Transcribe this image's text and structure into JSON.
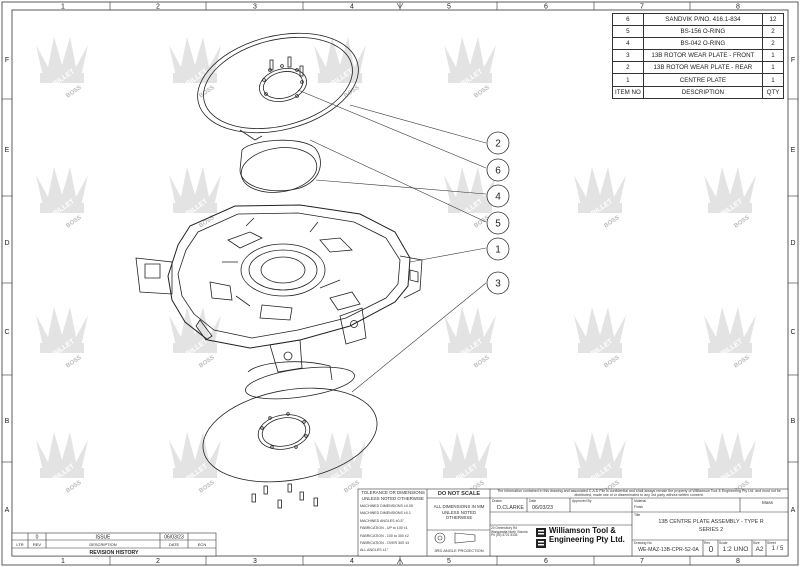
{
  "border": {
    "columns": [
      "1",
      "2",
      "3",
      "4",
      "5",
      "6",
      "7",
      "8"
    ],
    "rows": [
      "F",
      "E",
      "D",
      "C",
      "B",
      "A"
    ]
  },
  "watermark": {
    "top": "BILLET",
    "bottom": "BOSS"
  },
  "bom": {
    "header": {
      "item": "ITEM NO",
      "description": "DESCRIPTION",
      "qty": "QTY"
    },
    "rows": [
      {
        "item": "6",
        "description": "SANDVIK P/NO. 416.1-834",
        "qty": "12"
      },
      {
        "item": "5",
        "description": "BS-156 O-RING",
        "qty": "2"
      },
      {
        "item": "4",
        "description": "BS-042 O-RING",
        "qty": "2"
      },
      {
        "item": "3",
        "description": "13B ROTOR WEAR PLATE - FRONT",
        "qty": "1"
      },
      {
        "item": "2",
        "description": "13B ROTOR WEAR PLATE - REAR",
        "qty": "1"
      },
      {
        "item": "1",
        "description": "CENTRE PLATE",
        "qty": "1"
      }
    ]
  },
  "balloons": [
    "2",
    "6",
    "4",
    "5",
    "1",
    "3"
  ],
  "title_block": {
    "tolerance_title": "TOLERANCE OR DIMENSIONS UNLESS NOTED OTHERWISE",
    "tolerance_lines": [
      "MACHINED DIMENSIONS  ±0.05",
      "MACHINED DIMENSIONS  ±0.1",
      "MACHINED ANGLES  ±0.5°",
      "FABRICATION - UP to 100  ±1",
      "FABRICATION - 100 to 300  ±2",
      "FABRICATION - OVER 300  ±3",
      "ALL ANGLES  ±1°"
    ],
    "do_not_scale": "DO NOT SCALE",
    "dims_note": "ALL DIMENSIONS IN MM UNLESS NOTED OTHERWISE",
    "projection": "3RD ANGLE PROJECTION",
    "confidential": "The information contained in this drawing and associated C.A.D File is confidential and shall always remain the property of Williamson Tool & Engineering Pty Ltd, and must not be distributed, made use of or disseminated to any 3rd party without written consent.",
    "drawn_label": "Drawn",
    "drawn_by": "D.CLARKE",
    "date_label": "Date",
    "date": "06/03/23",
    "approved_label": "Approved By",
    "material_label": "Material",
    "finish_label": "Finish",
    "mass_label": "Mass",
    "company_address": "20 Greensbury Rd Wangaratta North Victoria Ph (03) 5721 5335",
    "company_name": "Williamson Tool & Engineering Pty Ltd.",
    "title_label": "Title",
    "title_line1": "13B CENTRE PLATE ASSEMBLY - TYPE R",
    "title_line2": "SERIES 2",
    "drawing_label": "Drawing No",
    "drawing_no": "WE-MAZ-13B-CPR-S2-0A",
    "rev_label": "Rev",
    "rev": "0",
    "scale_label": "Scale",
    "scale": "1:2 UNO",
    "size_label": "Size",
    "size": "A2",
    "sheet_label": "Sheet",
    "sheet": "1 / 5"
  },
  "revision": {
    "row": {
      "rev": "0",
      "description": "ISSUE",
      "date": "06/03/23"
    },
    "headers": {
      "ltr": "LTR",
      "rev": "REV",
      "description": "DESCRIPTION",
      "date": "DATE",
      "ecn": "ECN"
    },
    "title": "REVISION HISTORY"
  }
}
